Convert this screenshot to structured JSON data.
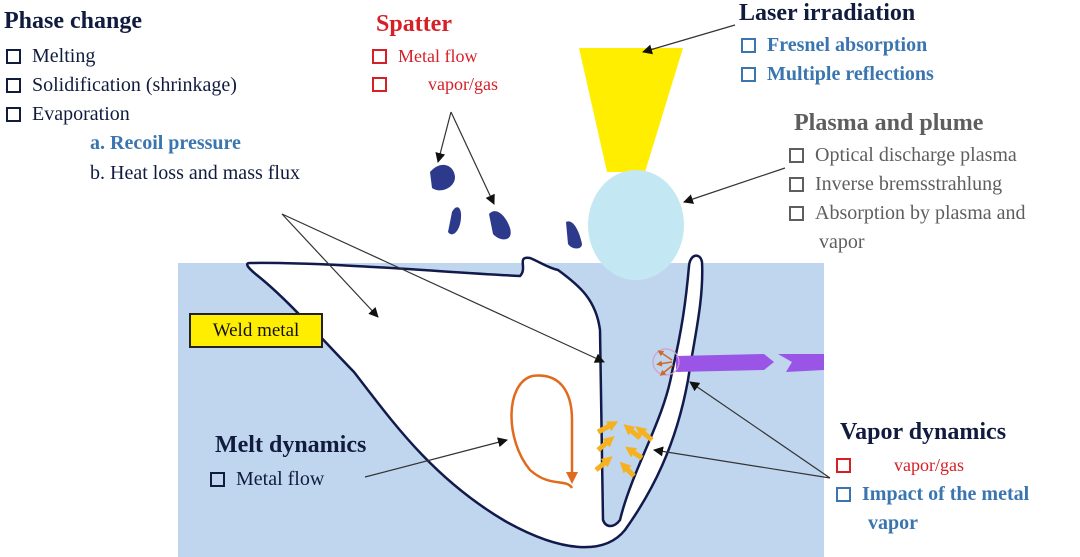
{
  "phase_change": {
    "title": "Phase change",
    "items": [
      "Melting",
      "Solidification (shrinkage)",
      "Evaporation"
    ],
    "sub_a": "a. Recoil pressure",
    "sub_b": "b. Heat loss and mass flux"
  },
  "spatter": {
    "title": "Spatter",
    "items": [
      "Metal flow",
      "vapor/gas"
    ]
  },
  "laser": {
    "title": "Laser irradiation",
    "items": [
      "Fresnel absorption",
      "Multiple reflections"
    ]
  },
  "plasma": {
    "title": "Plasma and plume",
    "items": [
      "Optical discharge plasma",
      "Inverse bremsstrahlung",
      "Absorption by plasma and",
      "vapor"
    ]
  },
  "weld_metal": "Weld metal",
  "melt": {
    "title": "Melt dynamics",
    "items": [
      "Metal flow"
    ]
  },
  "vapor": {
    "title": "Vapor dynamics",
    "items": [
      "vapor/gas",
      "Impact of the metal",
      "vapor"
    ]
  },
  "colors": {
    "workpiece": "#bfd6ee",
    "laser_beam": "#ffee00",
    "plasma": "#c4e8f3",
    "spatter": "#2d3a8c",
    "keyhole_outline": "#111a4a",
    "flow_arrow": "#e06a1e",
    "vapor_arrow": "#f5b21e",
    "secondary_beam": "#9a55e6"
  },
  "icons": [
    "checkbox-icon",
    "arrow-icon"
  ]
}
